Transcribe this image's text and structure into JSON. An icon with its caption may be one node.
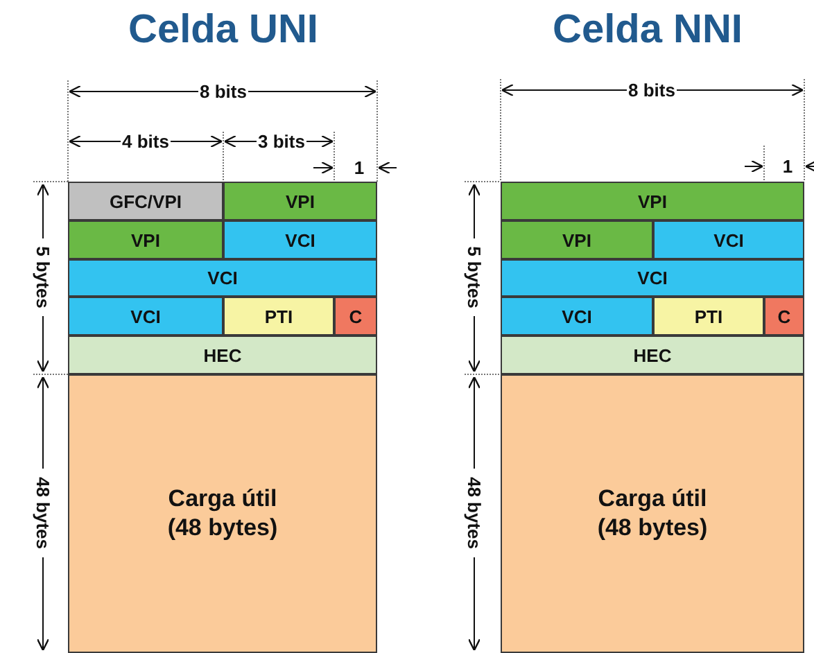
{
  "diagram": {
    "nodes": [
      {
        "text": [
          "GFC/VPI"
        ]
      },
      {
        "text": [
          "VPI"
        ]
      },
      {
        "text": [
          "VPI"
        ]
      },
      {
        "text": [
          "VCI"
        ]
      },
      {
        "text": [
          "VCI"
        ]
      },
      {
        "text": [
          "VCI"
        ]
      },
      {
        "text": [
          "PTI"
        ]
      },
      {
        "text": [
          "C"
        ]
      },
      {
        "text": [
          "HEC"
        ]
      },
      {
        "text": [
          "Carga útil (48 bytes)"
        ]
      },
      {
        "text": [
          "VPI"
        ]
      },
      {
        "text": [
          "VPI"
        ]
      },
      {
        "text": [
          "VCI"
        ]
      },
      {
        "text": [
          "VCI"
        ]
      },
      {
        "text": [
          "VCI"
        ]
      },
      {
        "text": [
          "PTI"
        ]
      },
      {
        "text": [
          "C"
        ]
      },
      {
        "text": [
          "HEC"
        ]
      },
      {
        "text": [
          "Carga útil (48 bytes)"
        ]
      }
    ],
    "labels": [
      "Celda UNI",
      "Celda NNI",
      "8 bits",
      "8 bits",
      "4 bits",
      "3 bits",
      "1",
      "1",
      "5 bytes",
      "5 bytes",
      "48 bytes",
      "48 bytes"
    ]
  }
}
